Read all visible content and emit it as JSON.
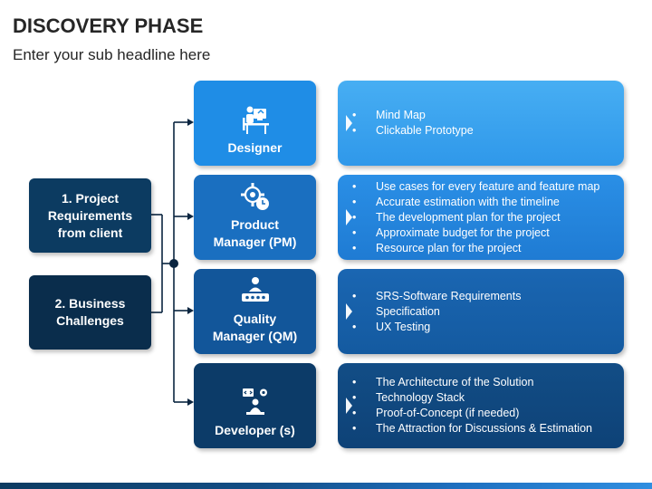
{
  "header": {
    "title": "DISCOVERY PHASE",
    "subtitle": "Enter your sub headline here"
  },
  "inputs": [
    {
      "label": "1. Project Requirements from client"
    },
    {
      "label": "2. Business Challenges"
    }
  ],
  "roles": [
    {
      "label": "Designer",
      "icon": "designer-desk-icon",
      "color": "#1f8de6",
      "items": [
        "Mind Map",
        "Clickable Prototype"
      ],
      "detail_color": "#3ea6f0"
    },
    {
      "label": "Product\nManager (PM)",
      "icon": "gear-clock-icon",
      "color": "#1a6fc0",
      "items": [
        "Use cases for every feature and feature map",
        "Accurate estimation with the timeline",
        "The development plan for the project",
        "Approximate budget for the project",
        "Resource plan for the project"
      ],
      "detail_color": "#2687e0"
    },
    {
      "label": "Quality\nManager (QM)",
      "icon": "quality-rating-icon",
      "color": "#12569a",
      "items": [
        "SRS-Software Requirements Specification",
        "UX Testing"
      ],
      "detail_color": "#175fa6"
    },
    {
      "label": "Developer (s)",
      "icon": "developer-code-icon",
      "color": "#0c3b68",
      "items": [
        "The Architecture of the Solution",
        "Technology Stack",
        "Proof-of-Concept (if needed)",
        "The Attraction for Discussions & Estimation"
      ],
      "detail_color": "#0f4880"
    }
  ]
}
